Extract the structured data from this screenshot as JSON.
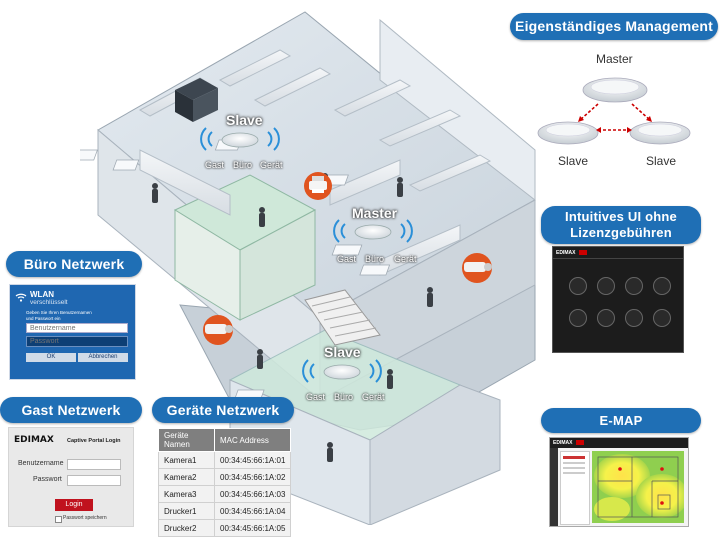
{
  "pills": {
    "management": "Eigenständiges Management",
    "ui": "Intuitives UI ohne Lizenzgebühren",
    "buero": "Büro Netzwerk",
    "gast": "Gast Netzwerk",
    "geraete": "Geräte Netzwerk",
    "emap": "E-MAP"
  },
  "management": {
    "master": "Master",
    "slave_left": "Slave",
    "slave_right": "Slave"
  },
  "building": {
    "ap_top": {
      "label": "Slave",
      "ssids": [
        "Gast",
        "Büro",
        "Gerät"
      ]
    },
    "ap_mid": {
      "label": "Master",
      "ssids": [
        "Gast",
        "Büro",
        "Gerät"
      ]
    },
    "ap_bottom": {
      "label": "Slave",
      "ssids": [
        "Gast",
        "Büro",
        "Gerät"
      ]
    }
  },
  "buero_panel": {
    "wlan": "WLAN",
    "encrypted": "verschlüsselt",
    "instruction_1": "Geben Sie Ihren Benutzernamen",
    "instruction_2": "und Passwort ein",
    "user_placeholder": "Benutzername",
    "pass_placeholder": "Passwort",
    "ok": "OK",
    "cancel": "Abbrechen"
  },
  "gast_panel": {
    "brand": "EDIMAX",
    "title": "Captive Portal Login",
    "user_label": "Benutzername",
    "pass_label": "Passwort",
    "login": "Login",
    "remember": "Passwort speichern"
  },
  "device_table": {
    "headers": [
      "Geräte Namen",
      "MAC Address"
    ],
    "rows": [
      [
        "Kamera1",
        "00:34:45:66:1A:01"
      ],
      [
        "Kamera2",
        "00:34:45:66:1A:02"
      ],
      [
        "Kamera3",
        "00:34:45:66:1A:03"
      ],
      [
        "Drucker1",
        "00:34:45:66:1A:04"
      ],
      [
        "Drucker2",
        "00:34:45:66:1A:05"
      ]
    ]
  },
  "ui_shot": {
    "brand": "EDIMAX"
  },
  "emap_shot": {
    "brand": "EDIMAX"
  },
  "colors": {
    "pill_blue": "#1f6fb5",
    "accent_red": "#cc0000",
    "wifi_blue": "#2a8fd8",
    "badge_orange": "#e0541f"
  }
}
